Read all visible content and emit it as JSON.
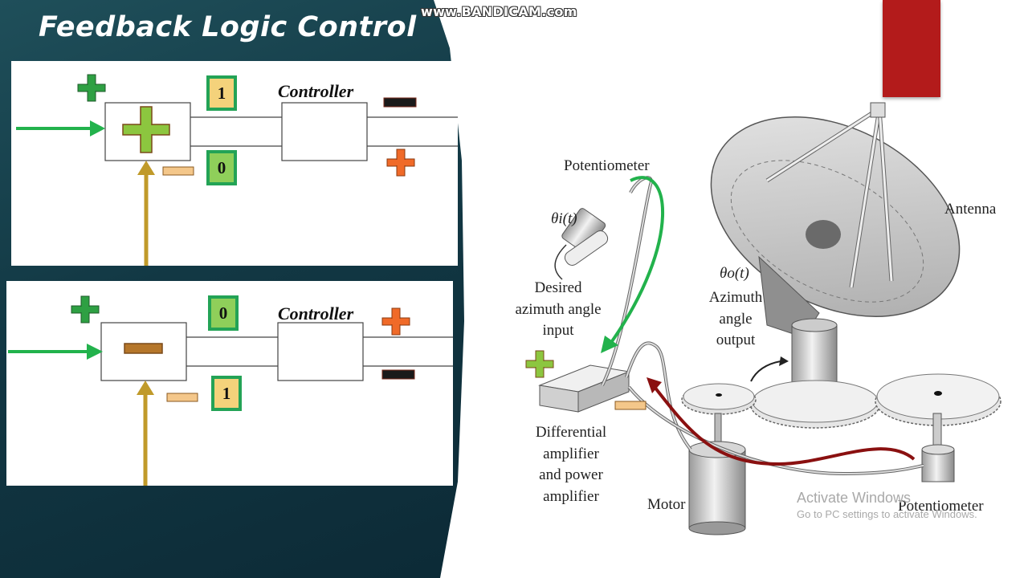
{
  "slide": {
    "title": "Feedback Logic Control",
    "watermark": "www.BANDICAM.com"
  },
  "top_diagram": {
    "controller_label": "Controller",
    "bit_upper": "1",
    "bit_lower": "0"
  },
  "bottom_diagram": {
    "controller_label": "Controller",
    "bit_upper": "0",
    "bit_lower": "1"
  },
  "figure": {
    "potentiometer_top": "Potentiometer",
    "theta_i": "θi(t)",
    "desired_line1": "Desired",
    "desired_line2": "azimuth angle",
    "desired_line3": "input",
    "theta_o": "θo(t)",
    "azimuth_line1": "Azimuth",
    "azimuth_line2": "angle",
    "azimuth_line3": "output",
    "antenna": "Antenna",
    "amp_line1": "Differential amplifier",
    "amp_line2": "and power amplifier",
    "motor": "Motor",
    "potentiometer_bottom": "Potentiometer"
  },
  "os_overlay": {
    "activate_title": "Activate Windows",
    "activate_sub": "Go to PC settings to activate Windows."
  },
  "colors": {
    "green_arrow": "#22b24c",
    "gold_arrow": "#c09a2a",
    "dark_red_arrow": "#8a1010",
    "plus_green": "#2ea043",
    "plus_orange": "#f06a28",
    "minus_tan": "#f4c78a",
    "minus_black": "#1a1a1a",
    "red_tab": "#b31b1b"
  }
}
